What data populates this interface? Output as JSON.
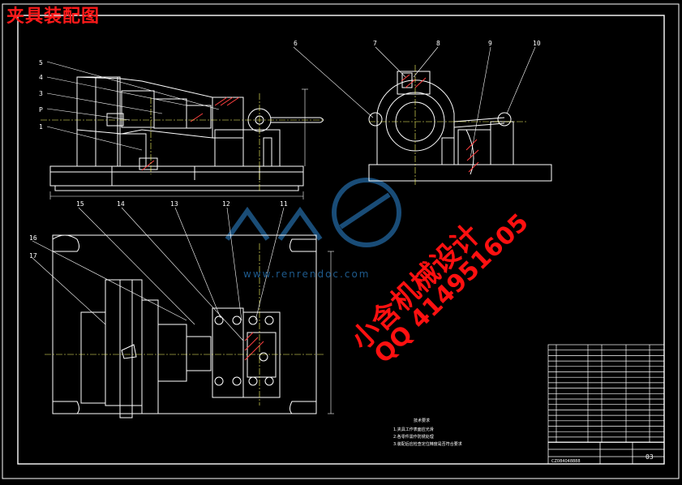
{
  "drawing": {
    "title": "夹具装配图",
    "watermark_line1": "小含机械设计",
    "watermark_line2": "QQ 414951605",
    "watermark_site": "www.renrendoc.com"
  },
  "callouts_top": [
    "5",
    "4",
    "3",
    "P",
    "1",
    "6",
    "7",
    "8",
    "9",
    "10"
  ],
  "callouts_bottom": [
    "15",
    "14",
    "13",
    "12",
    "11",
    "16",
    "17"
  ],
  "tech_notes": {
    "heading": "技术要求",
    "lines": [
      "1.夹具工作表面应光滑",
      "2.各零件需作防锈处理",
      "3.装配后应检查定位精度是否符合要求"
    ]
  },
  "title_block": {
    "sheet_label": "03",
    "drawing_number": "CZ084048888"
  },
  "colors": {
    "background": "#000000",
    "lines": "#ffffff",
    "centerline": "#ffff66",
    "title": "#ff1a1a",
    "watermark_logo": "#1e5a8c",
    "hatch": "#ff4040"
  }
}
